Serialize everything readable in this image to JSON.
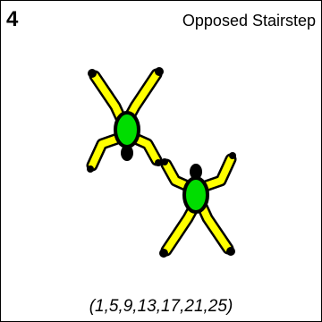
{
  "card": {
    "number": "4",
    "title": "Opposed Stairstep",
    "sequence": "(1,5,9,13,17,21,25)"
  },
  "colors": {
    "limbs": "#ffff00",
    "torso": "#00dd00",
    "outline": "#000000",
    "background": "#ffffff"
  },
  "figures": [
    "skydiver-top-left",
    "skydiver-bottom-right"
  ]
}
